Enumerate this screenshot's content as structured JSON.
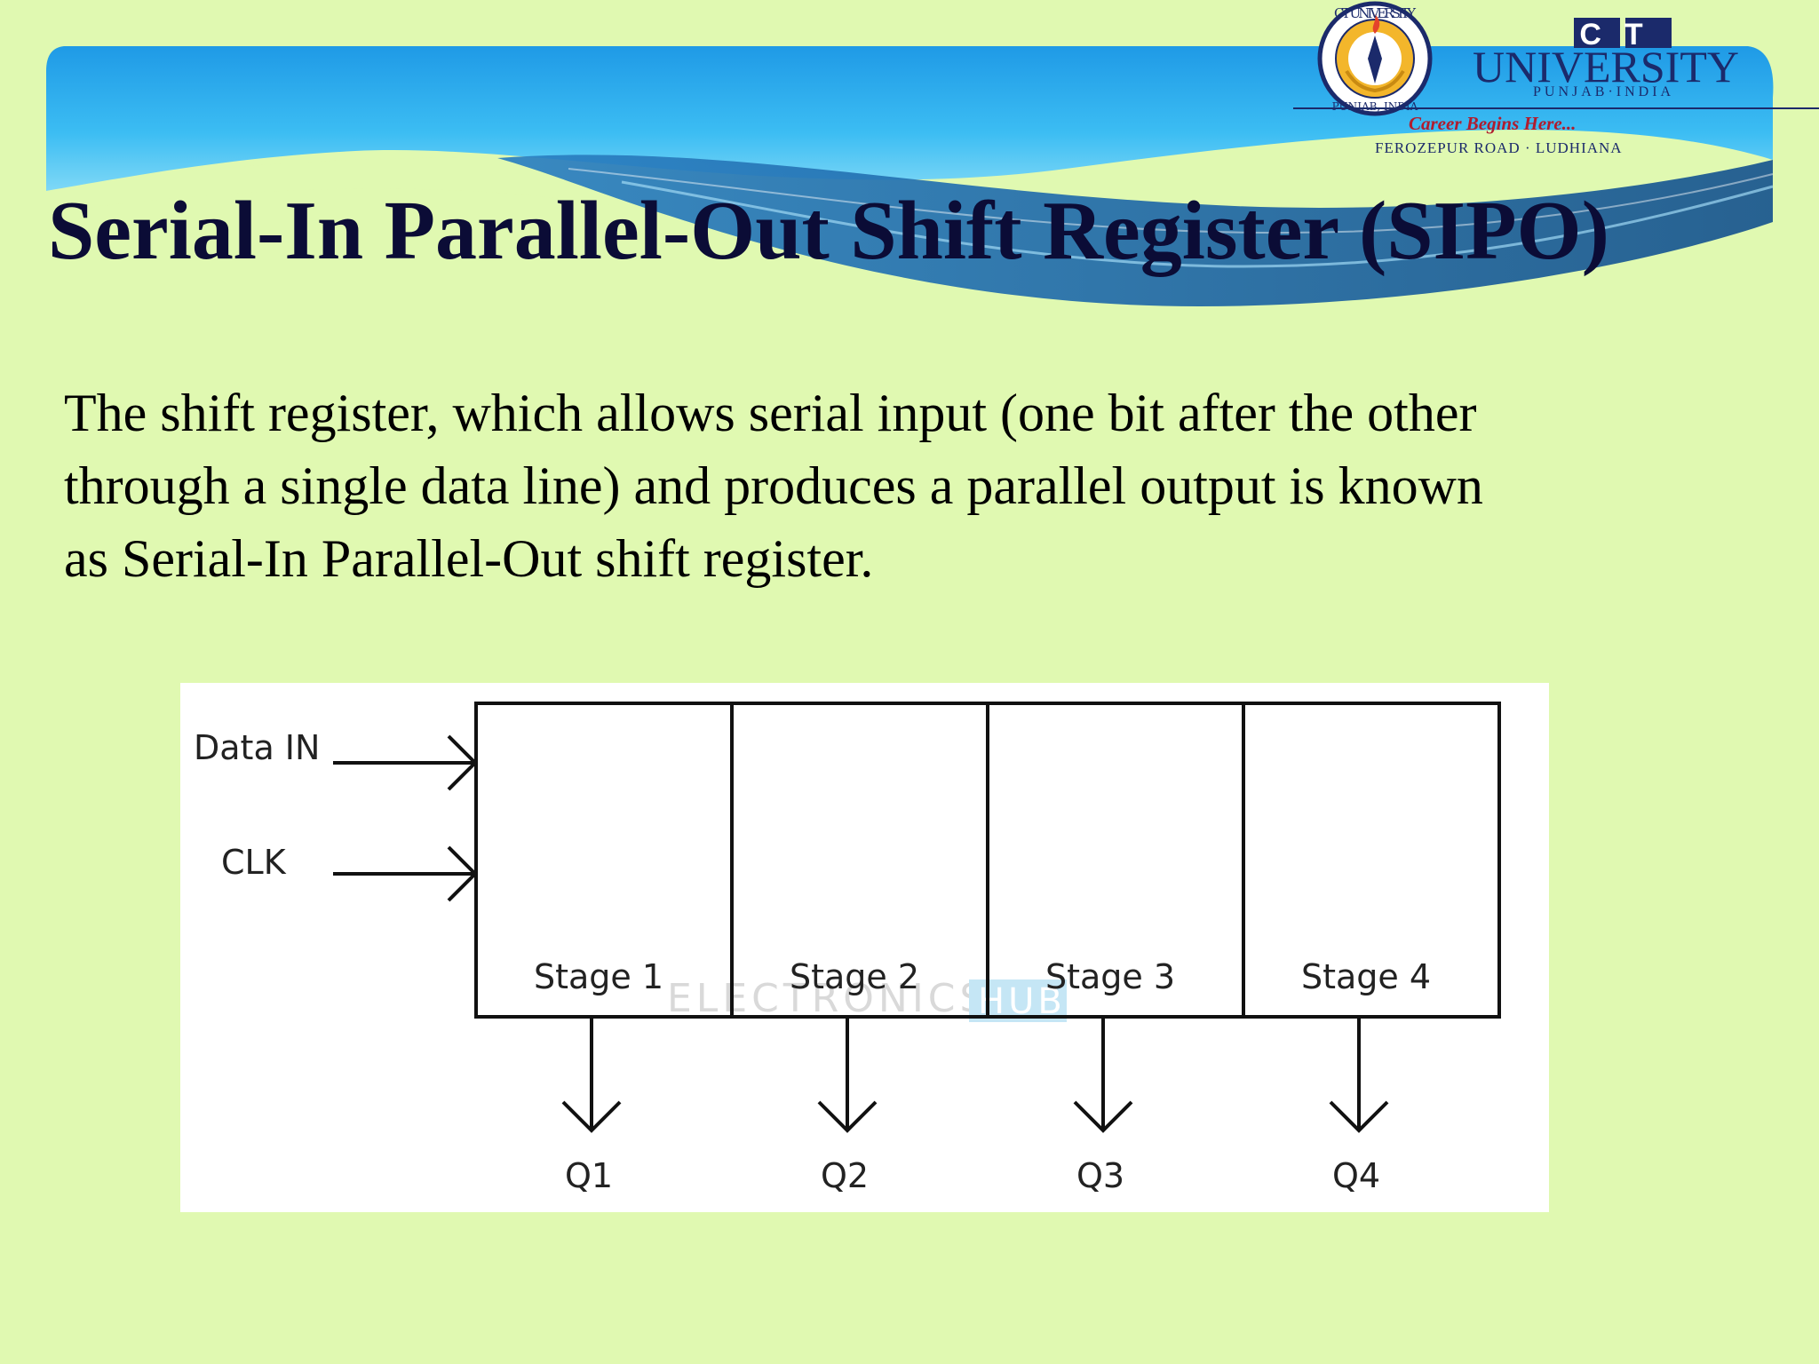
{
  "slide": {
    "title": "Serial-In Parallel-Out Shift Register (SIPO)",
    "body_lines": [
      "The shift register, which allows serial input (one bit after the other",
      "through a single data line) and produces a parallel output is known",
      "as Serial-In Parallel-Out shift register."
    ]
  },
  "logo": {
    "seal_top": "CT UNIVERSITY",
    "seal_bottom": "PUNJAB, INDIA",
    "wordmark_ct": "CT",
    "wordmark_university": "UNIVERSITY",
    "wordmark_location": "PUNJAB·INDIA",
    "tagline": "Career Begins Here...",
    "address": "FEROZEPUR ROAD · LUDHIANA"
  },
  "diagram": {
    "inputs": [
      "Data IN",
      "CLK"
    ],
    "stages": [
      "Stage 1",
      "Stage 2",
      "Stage 3",
      "Stage 4"
    ],
    "outputs": [
      "Q1",
      "Q2",
      "Q3",
      "Q4"
    ],
    "watermark_a": "ELECTRONICS",
    "watermark_b": "HUB"
  },
  "colors": {
    "background": "#e0f9b1",
    "title": "#0b0c36",
    "banner_blue": "#2eaef0",
    "banner_dark": "#1c5c9a",
    "logo_navy": "#1b2a6b",
    "logo_red": "#b01c2e"
  }
}
